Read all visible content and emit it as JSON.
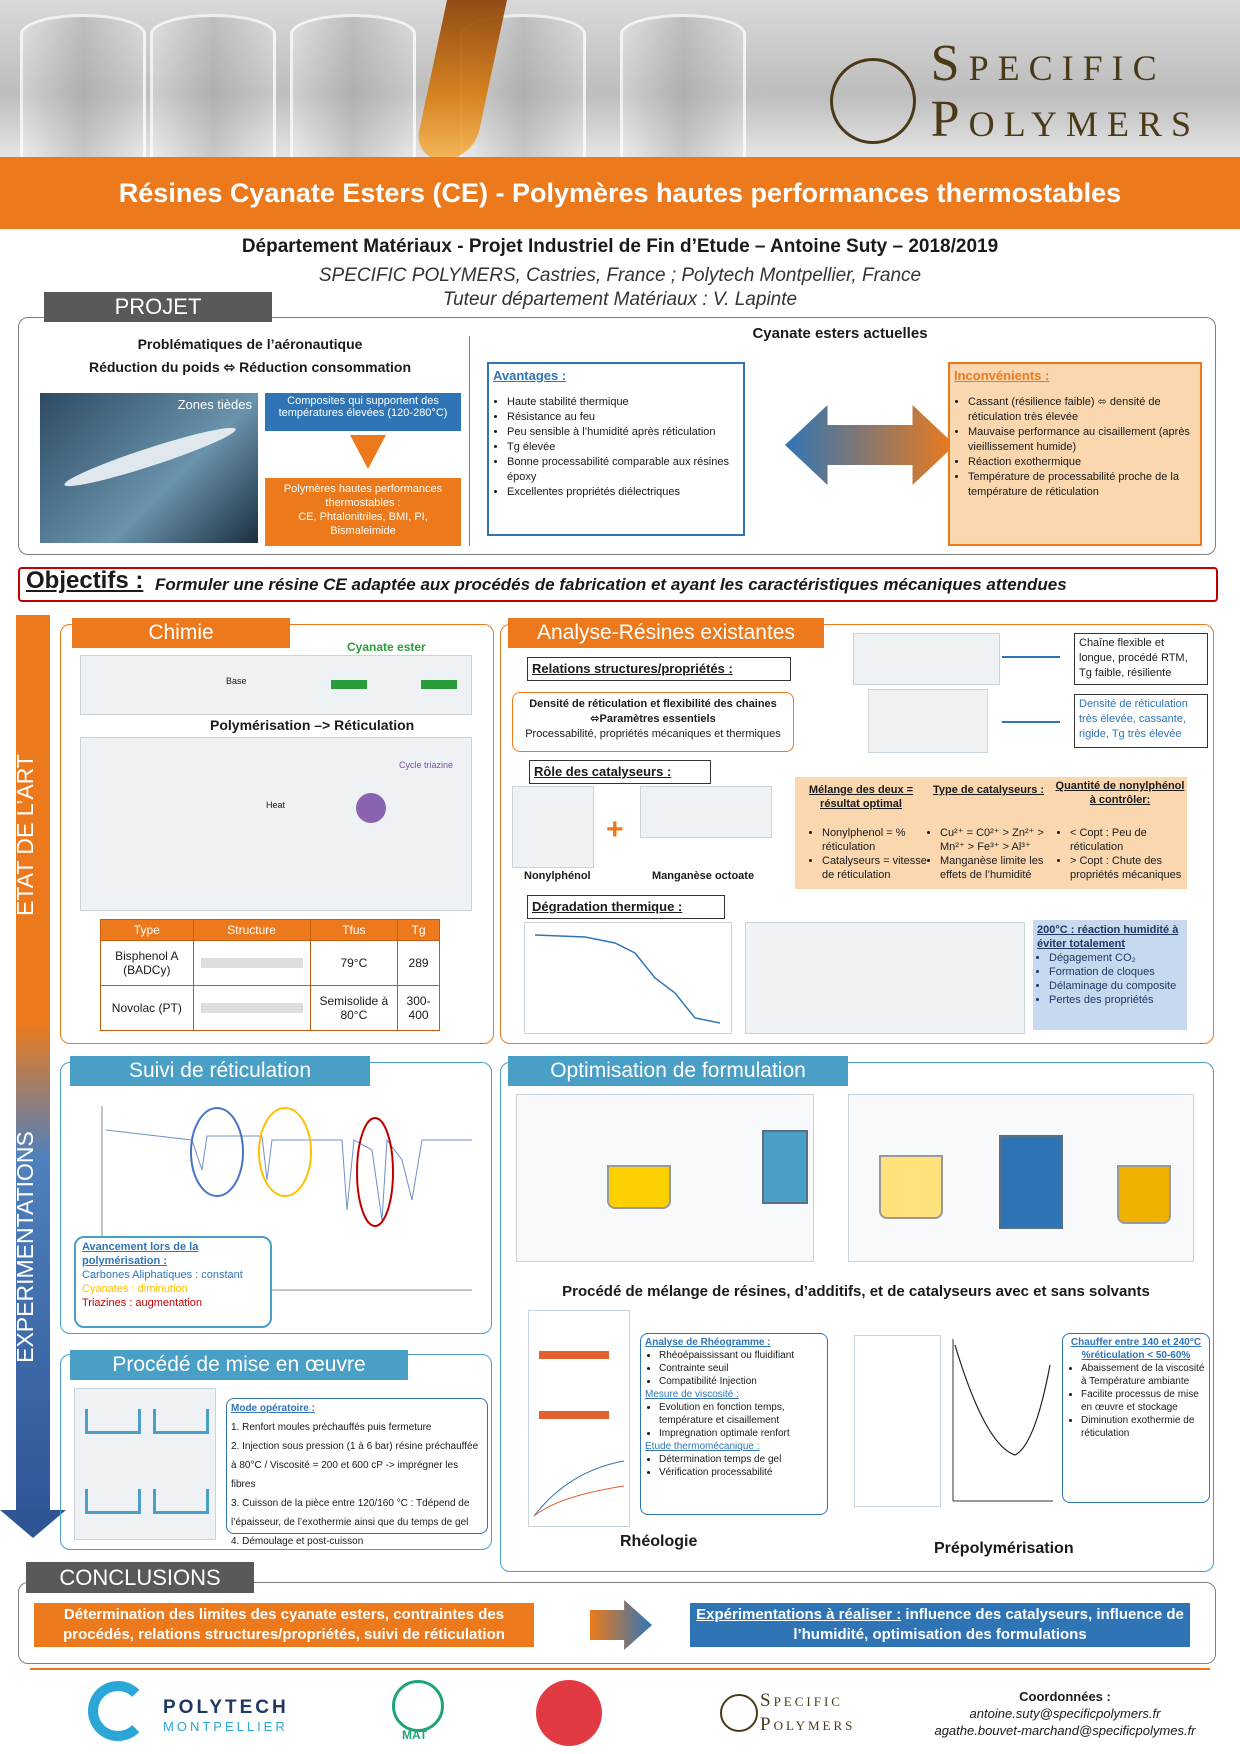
{
  "header": {
    "brand_line1": "Specific",
    "brand_line2": "Polymers",
    "title": "Résines Cyanate Esters (CE) - Polymères hautes performances thermostables",
    "subtitle": "Département Matériaux - Projet Industriel de Fin d’Etude – Antoine Suty – 2018/2019",
    "affiliation": "SPECIFIC POLYMERS, Castries, France ;  Polytech Montpellier, France",
    "tutor": "Tuteur département Matériaux : V. Lapinte"
  },
  "projet": {
    "heading": "PROJET",
    "problem_line1": "Problématiques de l’aéronautique",
    "problem_line2": "Réduction du poids ⬄ Réduction consommation",
    "zones": "Zones tièdes",
    "composites": "Composites qui supportent des températures élevées (120-280°C)",
    "polymeres_title": "Polymères hautes performances thermostables :",
    "polymeres_list": "CE, Phtalonitriles, BMI, PI, Bismaleimide",
    "ce_actuelles": "Cyanate esters actuelles",
    "avantages_title": "Avantages :",
    "avantages": [
      "Haute stabilité thermique",
      "Résistance au feu",
      "Peu sensible à l’humidité après réticulation",
      "Tg élevée",
      "Bonne processabilité comparable aux résines époxy",
      "Excellentes propriétés diélectriques"
    ],
    "inconvenients_title": "Inconvénients :",
    "inconvenients": [
      "Cassant (résilience faible) ⬄ densité de réticulation très élevée",
      "Mauvaise performance au cisaillement (après vieillissement humide)",
      "Réaction exothermique",
      "Température de processabilité proche de la température de réticulation"
    ]
  },
  "objectifs": {
    "label": "Objectifs :",
    "text": "Formuler une résine CE adaptée aux procédés de fabrication et ayant les caractéristiques mécaniques attendues"
  },
  "sidebars": {
    "etat": "ETAT DE L’ART",
    "exp": "EXPÉRIMENTATIONS"
  },
  "chimie": {
    "heading": "Chimie",
    "cyanate_ester": "Cyanate ester",
    "base": "Base",
    "polym": "Polymérisation –> Réticulation",
    "cycle": "Cycle triazine",
    "heat": "Heat",
    "table_headers": [
      "Type",
      "Structure",
      "Tfus",
      "Tg"
    ],
    "rows": [
      [
        "Bisphenol A (BADCy)",
        "79°C",
        "289"
      ],
      [
        "Novolac (PT)",
        "Semisolide à 80°C",
        "300-400"
      ]
    ]
  },
  "analyse": {
    "heading": "Analyse-Résines existantes",
    "relations_title": "Relations structures/propriétés :",
    "densite_line1": "Densité de réticulation et flexibilité des chaines",
    "densite_line2": "⬄Paramètres essentiels",
    "densite_line3": "Processabilité, propriétés mécaniques et thermiques",
    "chain1": "Chaîne flexible et longue, procédé RTM, Tg faible, résiliente",
    "chain2": "Densité de réticulation très élevée, cassante, rigide, Tg très élevée",
    "role_title": "Rôle des catalyseurs :",
    "nonyl": "Nonylphénol",
    "mangan": "Manganèse octoate",
    "melange_title": "Mélange des deux = résultat optimal",
    "melange": [
      "Nonylphenol = % réticulation",
      "Catalyseurs = vitesse de réticulation"
    ],
    "type_title": "Type de catalyseurs :",
    "type": [
      "Cu²⁺ = C0²⁺ > Zn²⁺ > Mn²⁺ > Fe³⁺ > Al³⁺",
      "Manganèse limite les effets de l’humidité"
    ],
    "quant_title": "Quantité de nonylphénol à contrôler:",
    "quant": [
      "< Copt : Peu de réticulation",
      "> Copt : Chute des propriétés mécaniques"
    ],
    "degr_title": "Dégradation thermique :",
    "deg200_title": "200°C : réaction humidité à éviter totalement",
    "deg200": [
      "Dégagement CO₂",
      "Formation de cloques",
      "Délaminage du composite",
      "Pertes des propriétés"
    ]
  },
  "suivi": {
    "heading": "Suivi de réticulation",
    "avancement_title": "Avancement lors de la polymérisation :",
    "line1": "Carbones Aliphatiques : constant",
    "line2": "Cyanates : diminution",
    "line3": "Triazines : augmentation"
  },
  "procede": {
    "heading": "Procédé de mise en œuvre",
    "mode_title": "Mode opératoire :",
    "step1": "1. Renfort moules préchauffés puis fermeture",
    "step2": "2. Injection sous pression (1 à 6 bar)  résine préchauffée",
    "step3": "à 80°C / Viscosité = 200 et 600 cP -> imprégner les fibres",
    "step4": "3. Cuisson de la pièce entre 120/160 °C : Tdépend de",
    "step5": "l’épaisseur, de l’exothermie ainsi que du temps de gel",
    "step6": "4. Démoulage et post-cuisson"
  },
  "optim": {
    "heading": "Optimisation de formulation",
    "caption": "Procédé de mélange de résines, d’additifs, et de catalyseurs avec et sans solvants",
    "rheo_title": "Analyse de Rhéogramme :",
    "rheo": [
      "Rhéoépaississant ou fluidifiant",
      "Contrainte seuil",
      "Compatibilité Injection"
    ],
    "visco_title": "Mesure de viscosité :",
    "visco": [
      "Evolution en fonction temps, température et cisaillement",
      "Impregnation optimale renfort"
    ],
    "thermo_title": "Etude thermomécanique :",
    "thermo": [
      "Détermination temps de gel",
      "Vérification processabilité"
    ],
    "chauffer_title": "Chauffer entre 140 et 240°C",
    "chauffer_sub": "%réticulation < 50-60%",
    "chauffer": [
      "Abaissement de la viscosité à Température ambiante",
      "Facilite processus de mise en œuvre et stockage",
      "Diminution exothermie de réticulation"
    ],
    "rheologie": "Rhéologie",
    "prepolym": "Prépolymérisation"
  },
  "conclusions": {
    "heading": "CONCLUSIONS",
    "left": "Détermination des limites des cyanate esters, contraintes des procédés, relations structures/propriétés, suivi de réticulation",
    "right_label": "Expérimentations à réaliser :",
    "right_text": " influence des catalyseurs, influence de l’humidité, optimisation des formulations"
  },
  "footer": {
    "polytech": "POLYTECH",
    "montpellier": "MONTPELLIER",
    "mat": "MAT",
    "brand_line1": "Specific",
    "brand_line2": "Polymers",
    "contact_title": "Coordonnées :",
    "email1": "antoine.suty@specificpolymers.fr",
    "email2": "agathe.bouvet-marchand@specificpolymes.fr"
  }
}
